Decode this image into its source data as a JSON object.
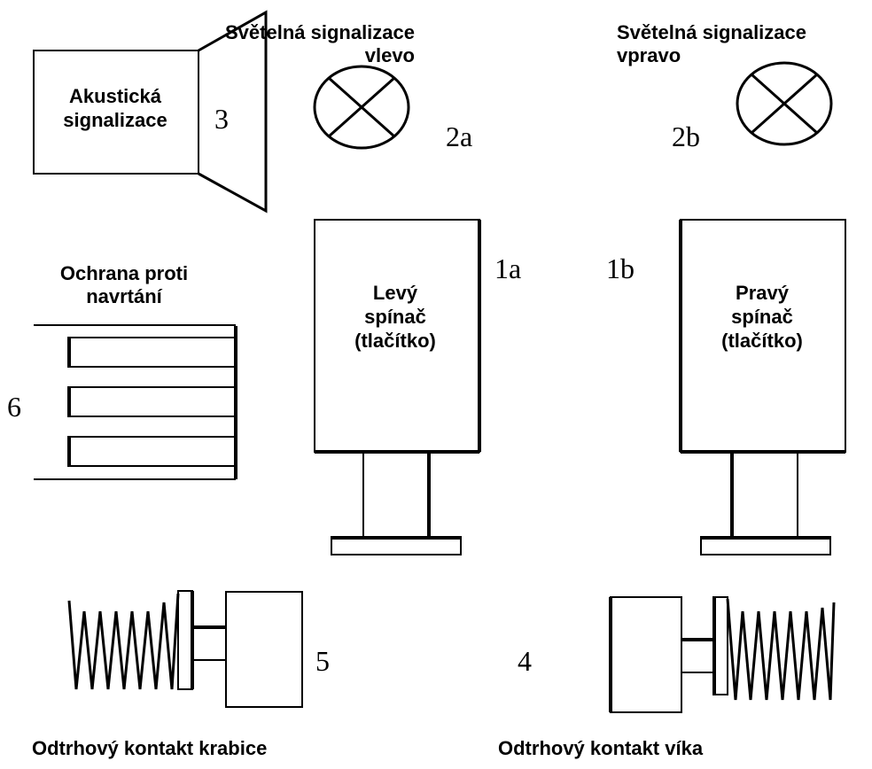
{
  "components": {
    "acoustic": {
      "label_line1": "Akustická",
      "label_line2": "signalizace",
      "number": "3"
    },
    "light_left": {
      "title_line1": "Světelná signalizace",
      "title_line2": "vlevo",
      "number": "2a"
    },
    "light_right": {
      "title_line1": "Světelná signalizace",
      "title_line2": "vpravo",
      "number": "2b"
    },
    "left_switch": {
      "label_line1": "Levý",
      "label_line2": "spínač",
      "label_line3": "(tlačítko)",
      "number": "1a"
    },
    "right_switch": {
      "label_line1": "Pravý",
      "label_line2": "spínač",
      "label_line3": "(tlačítko)",
      "number": "1b"
    },
    "drill_protection": {
      "title_line1": "Ochrana proti",
      "title_line2": "navrtání",
      "number": "6"
    },
    "box_contact": {
      "caption": "Odtrhový kontakt krabice",
      "number": "5"
    },
    "lid_contact": {
      "caption": "Odtrhový kontakt víka",
      "number": "4"
    }
  }
}
